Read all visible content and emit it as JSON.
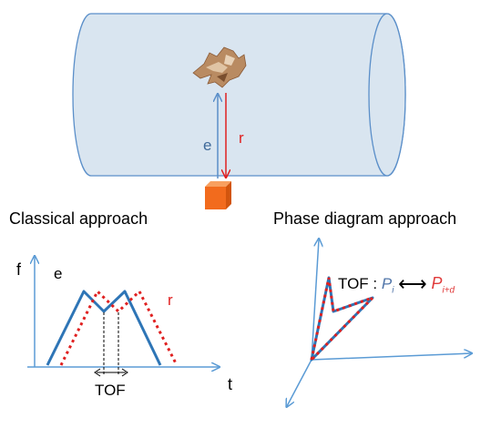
{
  "cylinder": {
    "e_label": "e",
    "r_label": "r"
  },
  "classical": {
    "title": "Classical approach",
    "y_axis_label": "f",
    "x_axis_label": "t",
    "e_label": "e",
    "r_label": "r",
    "tof_label": "TOF"
  },
  "phase": {
    "title": "Phase diagram approach",
    "tof_prefix": "TOF : ",
    "p_i": "P",
    "p_i_sub": "i",
    "arrow": "⟷",
    "p_id": "P",
    "p_id_sub": "i+d"
  },
  "colors": {
    "cylinder_fill": "#d9e5f0",
    "cylinder_stroke": "#5b8fc9",
    "emitted": "#2e75b6",
    "received": "#e02020",
    "sensor": "#f26b1d",
    "axis": "#5b9bd5"
  }
}
